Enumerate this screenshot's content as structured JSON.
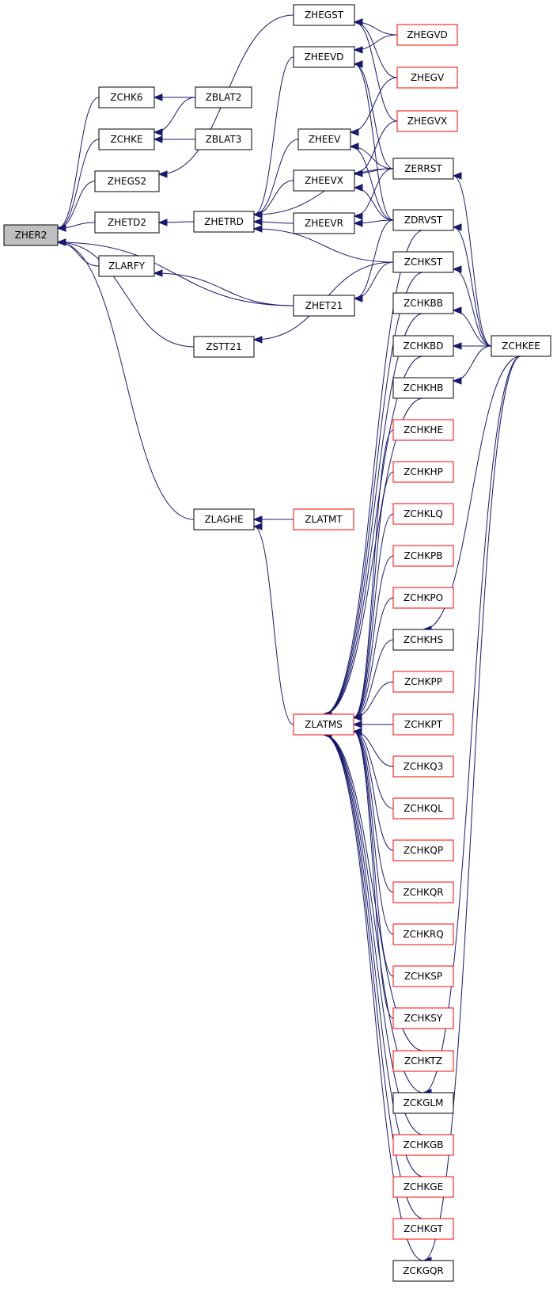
{
  "colors": {
    "edge": "#191970",
    "border_documented": "#000000",
    "border_undocumented": "#ff0000",
    "root_fill": "#bfbfbf",
    "node_fill": "#ffffff"
  },
  "nodes": [
    {
      "id": "ZHER2",
      "label": "ZHER2",
      "kind": "root"
    },
    {
      "id": "ZCHK6",
      "label": "ZCHK6",
      "kind": "normal"
    },
    {
      "id": "ZBLAT2",
      "label": "ZBLAT2",
      "kind": "normal"
    },
    {
      "id": "ZCHKE",
      "label": "ZCHKE",
      "kind": "normal"
    },
    {
      "id": "ZBLAT3",
      "label": "ZBLAT3",
      "kind": "normal"
    },
    {
      "id": "ZHEGS2",
      "label": "ZHEGS2",
      "kind": "normal"
    },
    {
      "id": "ZHETD2",
      "label": "ZHETD2",
      "kind": "normal"
    },
    {
      "id": "ZLARFY",
      "label": "ZLARFY",
      "kind": "normal"
    },
    {
      "id": "ZHETRD",
      "label": "ZHETRD",
      "kind": "normal"
    },
    {
      "id": "ZSTT21",
      "label": "ZSTT21",
      "kind": "normal"
    },
    {
      "id": "ZLAGHE",
      "label": "ZLAGHE",
      "kind": "normal"
    },
    {
      "id": "ZHEGST",
      "label": "ZHEGST",
      "kind": "normal"
    },
    {
      "id": "ZHEEVD",
      "label": "ZHEEVD",
      "kind": "normal"
    },
    {
      "id": "ZHEEV",
      "label": "ZHEEV",
      "kind": "normal"
    },
    {
      "id": "ZHEEVX",
      "label": "ZHEEVX",
      "kind": "normal"
    },
    {
      "id": "ZHEEVR",
      "label": "ZHEEVR",
      "kind": "normal"
    },
    {
      "id": "ZHET21",
      "label": "ZHET21",
      "kind": "normal"
    },
    {
      "id": "ZLATMT",
      "label": "ZLATMT",
      "kind": "red"
    },
    {
      "id": "ZLATMS",
      "label": "ZLATMS",
      "kind": "red"
    },
    {
      "id": "ZHEGVD",
      "label": "ZHEGVD",
      "kind": "red"
    },
    {
      "id": "ZHEGV",
      "label": "ZHEGV",
      "kind": "red"
    },
    {
      "id": "ZHEGVX",
      "label": "ZHEGVX",
      "kind": "red"
    },
    {
      "id": "ZERRST",
      "label": "ZERRST",
      "kind": "normal"
    },
    {
      "id": "ZDRVST",
      "label": "ZDRVST",
      "kind": "normal"
    },
    {
      "id": "ZCHKST",
      "label": "ZCHKST",
      "kind": "normal"
    },
    {
      "id": "ZCHKBB",
      "label": "ZCHKBB",
      "kind": "normal"
    },
    {
      "id": "ZCHKBD",
      "label": "ZCHKBD",
      "kind": "normal"
    },
    {
      "id": "ZCHKHB",
      "label": "ZCHKHB",
      "kind": "normal"
    },
    {
      "id": "ZCHKHE",
      "label": "ZCHKHE",
      "kind": "red"
    },
    {
      "id": "ZCHKHP",
      "label": "ZCHKHP",
      "kind": "red"
    },
    {
      "id": "ZCHKLQ",
      "label": "ZCHKLQ",
      "kind": "red"
    },
    {
      "id": "ZCHKPB",
      "label": "ZCHKPB",
      "kind": "red"
    },
    {
      "id": "ZCHKPO",
      "label": "ZCHKPO",
      "kind": "red"
    },
    {
      "id": "ZCHKHS",
      "label": "ZCHKHS",
      "kind": "normal"
    },
    {
      "id": "ZCHKPP",
      "label": "ZCHKPP",
      "kind": "red"
    },
    {
      "id": "ZCHKPT",
      "label": "ZCHKPT",
      "kind": "red"
    },
    {
      "id": "ZCHKQ3",
      "label": "ZCHKQ3",
      "kind": "red"
    },
    {
      "id": "ZCHKQL",
      "label": "ZCHKQL",
      "kind": "red"
    },
    {
      "id": "ZCHKQP",
      "label": "ZCHKQP",
      "kind": "red"
    },
    {
      "id": "ZCHKQR",
      "label": "ZCHKQR",
      "kind": "red"
    },
    {
      "id": "ZCHKRQ",
      "label": "ZCHKRQ",
      "kind": "red"
    },
    {
      "id": "ZCHKSP",
      "label": "ZCHKSP",
      "kind": "red"
    },
    {
      "id": "ZCHKSY",
      "label": "ZCHKSY",
      "kind": "red"
    },
    {
      "id": "ZCHKTZ",
      "label": "ZCHKTZ",
      "kind": "red"
    },
    {
      "id": "ZCKGLM",
      "label": "ZCKGLM",
      "kind": "normal"
    },
    {
      "id": "ZCHKGB",
      "label": "ZCHKGB",
      "kind": "red"
    },
    {
      "id": "ZCHKGE",
      "label": "ZCHKGE",
      "kind": "red"
    },
    {
      "id": "ZCHKGT",
      "label": "ZCHKGT",
      "kind": "red"
    },
    {
      "id": "ZCKGQR",
      "label": "ZCKGQR",
      "kind": "normal"
    },
    {
      "id": "ZCHKEE",
      "label": "ZCHKEE",
      "kind": "normal"
    }
  ],
  "edges": [
    {
      "from": "ZCHK6",
      "to": "ZHER2"
    },
    {
      "from": "ZCHKE",
      "to": "ZHER2"
    },
    {
      "from": "ZHEGS2",
      "to": "ZHER2"
    },
    {
      "from": "ZHETD2",
      "to": "ZHER2"
    },
    {
      "from": "ZLARFY",
      "to": "ZHER2"
    },
    {
      "from": "ZHET21",
      "to": "ZHER2"
    },
    {
      "from": "ZSTT21",
      "to": "ZHER2"
    },
    {
      "from": "ZLAGHE",
      "to": "ZHER2"
    },
    {
      "from": "ZBLAT2",
      "to": "ZCHK6"
    },
    {
      "from": "ZBLAT2",
      "to": "ZCHKE"
    },
    {
      "from": "ZBLAT3",
      "to": "ZCHKE"
    },
    {
      "from": "ZHEGST",
      "to": "ZHEGS2"
    },
    {
      "from": "ZHETRD",
      "to": "ZHETD2"
    },
    {
      "from": "ZHET21",
      "to": "ZLARFY"
    },
    {
      "from": "ZCHKST",
      "to": "ZSTT21"
    },
    {
      "from": "ZLATMT",
      "to": "ZLAGHE"
    },
    {
      "from": "ZLATMS",
      "to": "ZLAGHE"
    },
    {
      "from": "ZHEEVD",
      "to": "ZHETRD"
    },
    {
      "from": "ZHEEV",
      "to": "ZHETRD"
    },
    {
      "from": "ZHEEVX",
      "to": "ZHETRD"
    },
    {
      "from": "ZHEEVR",
      "to": "ZHETRD"
    },
    {
      "from": "ZCHKST",
      "to": "ZHETRD"
    },
    {
      "from": "ZERRST",
      "to": "ZHETRD"
    },
    {
      "from": "ZHEGVD",
      "to": "ZHEGST"
    },
    {
      "from": "ZHEGV",
      "to": "ZHEGST"
    },
    {
      "from": "ZHEGVX",
      "to": "ZHEGST"
    },
    {
      "from": "ZHEGVD",
      "to": "ZHEEVD"
    },
    {
      "from": "ZERRST",
      "to": "ZHEEVD"
    },
    {
      "from": "ZDRVST",
      "to": "ZHEEVD"
    },
    {
      "from": "ZHEGV",
      "to": "ZHEEV"
    },
    {
      "from": "ZERRST",
      "to": "ZHEEV"
    },
    {
      "from": "ZDRVST",
      "to": "ZHEEV"
    },
    {
      "from": "ZHEGVX",
      "to": "ZHEEVX"
    },
    {
      "from": "ZERRST",
      "to": "ZHEEVX"
    },
    {
      "from": "ZDRVST",
      "to": "ZHEEVX"
    },
    {
      "from": "ZERRST",
      "to": "ZHEEVR"
    },
    {
      "from": "ZDRVST",
      "to": "ZHEEVR"
    },
    {
      "from": "ZDRVST",
      "to": "ZHET21"
    },
    {
      "from": "ZCHKST",
      "to": "ZHET21"
    },
    {
      "from": "ZCHKEE",
      "to": "ZERRST"
    },
    {
      "from": "ZCHKEE",
      "to": "ZDRVST"
    },
    {
      "from": "ZCHKEE",
      "to": "ZCHKST"
    },
    {
      "from": "ZCHKEE",
      "to": "ZCHKBB"
    },
    {
      "from": "ZCHKEE",
      "to": "ZCHKBD"
    },
    {
      "from": "ZCHKEE",
      "to": "ZCHKHB"
    },
    {
      "from": "ZCHKEE",
      "to": "ZCHKHS"
    },
    {
      "from": "ZCHKEE",
      "to": "ZCKGLM"
    },
    {
      "from": "ZCHKEE",
      "to": "ZCKGQR"
    },
    {
      "from": "ZDRVST",
      "to": "ZLATMS"
    },
    {
      "from": "ZCHKST",
      "to": "ZLATMS"
    },
    {
      "from": "ZCHKBB",
      "to": "ZLATMS"
    },
    {
      "from": "ZCHKBD",
      "to": "ZLATMS"
    },
    {
      "from": "ZCHKHB",
      "to": "ZLATMS"
    },
    {
      "from": "ZCHKHE",
      "to": "ZLATMS"
    },
    {
      "from": "ZCHKHP",
      "to": "ZLATMS"
    },
    {
      "from": "ZCHKLQ",
      "to": "ZLATMS"
    },
    {
      "from": "ZCHKPB",
      "to": "ZLATMS"
    },
    {
      "from": "ZCHKPO",
      "to": "ZLATMS"
    },
    {
      "from": "ZCHKHS",
      "to": "ZLATMS"
    },
    {
      "from": "ZCHKPP",
      "to": "ZLATMS"
    },
    {
      "from": "ZCHKPT",
      "to": "ZLATMS"
    },
    {
      "from": "ZCHKQ3",
      "to": "ZLATMS"
    },
    {
      "from": "ZCHKQL",
      "to": "ZLATMS"
    },
    {
      "from": "ZCHKQP",
      "to": "ZLATMS"
    },
    {
      "from": "ZCHKQR",
      "to": "ZLATMS"
    },
    {
      "from": "ZCHKRQ",
      "to": "ZLATMS"
    },
    {
      "from": "ZCHKSP",
      "to": "ZLATMS"
    },
    {
      "from": "ZCHKSY",
      "to": "ZLATMS"
    },
    {
      "from": "ZCHKTZ",
      "to": "ZLATMS"
    },
    {
      "from": "ZCKGLM",
      "to": "ZLATMS"
    },
    {
      "from": "ZCHKGB",
      "to": "ZLATMS"
    },
    {
      "from": "ZCHKGE",
      "to": "ZLATMS"
    },
    {
      "from": "ZCHKGT",
      "to": "ZLATMS"
    },
    {
      "from": "ZCKGQR",
      "to": "ZLATMS"
    }
  ]
}
